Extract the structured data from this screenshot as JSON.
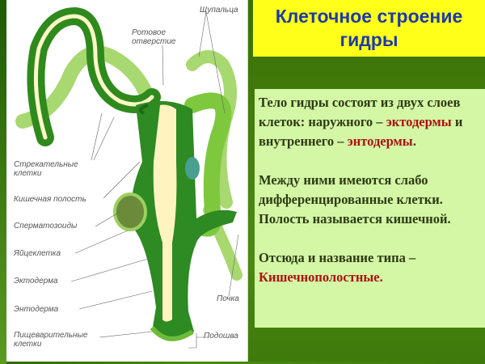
{
  "slide": {
    "title_line1": "Клеточное строение",
    "title_line2": "гидры",
    "paragraph1": {
      "t1": " Тело гидры состоят из двух слоев клеток: наружного – ",
      "t2": "эктодермы",
      "t3": " и внутреннего – ",
      "t4": "энтодермы",
      "t5": "."
    },
    "paragraph2": "Между ними имеются слабо дифференцированные клетки. Полость называется кишечной.",
    "paragraph3": {
      "t1": " Отсюда и название типа – ",
      "t2": "Кишечнополостные."
    }
  },
  "figure": {
    "labels": {
      "tentacles": "Щупальца",
      "mouth": "Ротовое отверстие",
      "stinging_cells": "Стрекательные клетки",
      "gut_cavity": "Кишечная полость",
      "sperm": "Сперматозоиды",
      "egg": "Яйцеклетка",
      "ectoderm": "Эктодерма",
      "endoderm": "Энтодерма",
      "bud": "Почка",
      "digestive_cells": "Пищеварительные клетки",
      "sole": "Подошва"
    }
  },
  "colors": {
    "title_bg": "#ffff1a",
    "title_text": "#1e3aa8",
    "textbox_bg": "#d4f7a6",
    "highlight": "#b01010",
    "panel_green": "#3a7006"
  }
}
